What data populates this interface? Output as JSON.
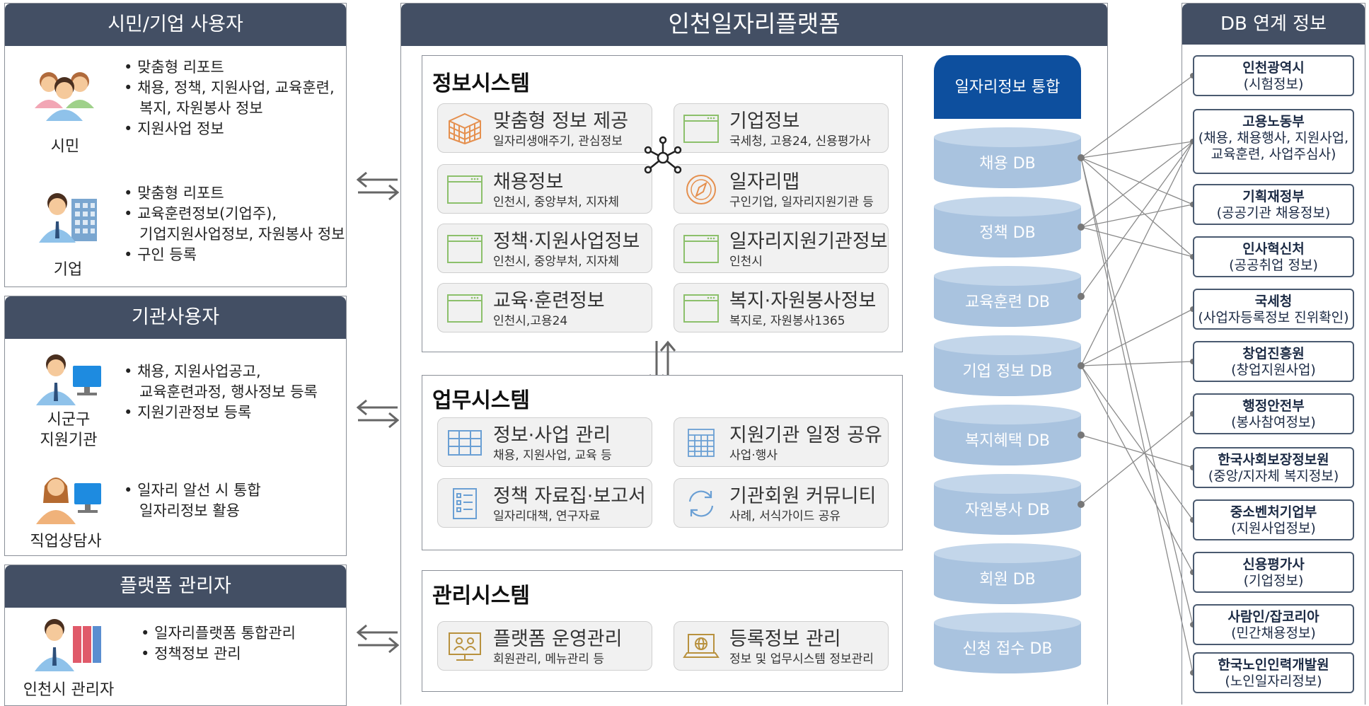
{
  "left": {
    "citizen_panel": {
      "title": "시민/기업 사용자",
      "citizen_label": "시민",
      "citizen_items": [
        "맞춤형 리포트",
        "채용, 정책, 지원사업, 교육훈련,",
        "복지, 자원봉사 정보",
        "지원사업 정보"
      ],
      "company_label": "기업",
      "company_items": [
        "맞춤형 리포트",
        "교육훈련정보(기업주),",
        "기업지원사업정보, 자원봉사 정보",
        "구인 등록"
      ]
    },
    "agency_panel": {
      "title": "기관사용자",
      "agency_label_1": "시군구",
      "agency_label_2": "지원기관",
      "agency_items": [
        "채용, 지원사업공고,",
        "교육훈련과정, 행사정보 등록",
        "지원기관정보 등록"
      ],
      "counselor_label": "직업상담사",
      "counselor_items": [
        "일자리 알선 시 통합",
        "일자리정보 활용"
      ]
    },
    "admin_panel": {
      "title": "플랫폼 관리자",
      "admin_label": "인천시 관리자",
      "admin_items": [
        "일자리플랫폼 통합관리",
        "정책정보 관리"
      ]
    }
  },
  "center": {
    "title": "인천일자리플랫폼",
    "info_system": {
      "title": "정보시스템",
      "cards": [
        {
          "title": "맞춤형 정보 제공",
          "sub": "일자리생애주기, 관심정보"
        },
        {
          "title": "기업정보",
          "sub": "국세청, 고용24, 신용평가사"
        },
        {
          "title": "채용정보",
          "sub": "인천시, 중앙부처, 지자체"
        },
        {
          "title": "일자리맵",
          "sub": "구인기업, 일자리지원기관 등"
        },
        {
          "title": "정책·지원사업정보",
          "sub": "인천시, 중앙부처, 지자체"
        },
        {
          "title": "일자리지원기관정보",
          "sub": "인천시"
        },
        {
          "title": "교육·훈련정보",
          "sub": "인천시,고용24"
        },
        {
          "title": "복지·자원봉사정보",
          "sub": "복지로, 자원봉사1365"
        }
      ]
    },
    "work_system": {
      "title": "업무시스템",
      "cards": [
        {
          "title": "정보·사업 관리",
          "sub": "채용, 지원사업, 교육 등"
        },
        {
          "title": "지원기관 일정 공유",
          "sub": "사업·행사"
        },
        {
          "title": "정책 자료집·보고서",
          "sub": "일자리대책, 연구자료"
        },
        {
          "title": "기관회원 커뮤니티",
          "sub": "사례, 서식가이드 공유"
        }
      ]
    },
    "mgmt_system": {
      "title": "관리시스템",
      "cards": [
        {
          "title": "플랫폼 운영관리",
          "sub": "회원관리, 메뉴관리 등"
        },
        {
          "title": "등록정보 관리",
          "sub": "정보 및 업무시스템 정보관리"
        }
      ]
    },
    "db_header": "일자리정보 통합",
    "databases": [
      "채용 DB",
      "정책 DB",
      "교육훈련 DB",
      "기업 정보 DB",
      "복지혜택 DB",
      "자원봉사 DB",
      "회원 DB",
      "신청 접수 DB"
    ]
  },
  "right": {
    "title": "DB 연계 정보",
    "sources": [
      {
        "name": "인천광역시",
        "detail": [
          "(시험정보)"
        ]
      },
      {
        "name": "고용노동부",
        "detail": [
          "(채용, 채용행사, 지원사업,",
          "교육훈련, 사업주심사)"
        ]
      },
      {
        "name": "기획재정부",
        "detail": [
          "(공공기관 채용정보)"
        ]
      },
      {
        "name": "인사혁신처",
        "detail": [
          "(공공취업 정보)"
        ]
      },
      {
        "name": "국세청",
        "detail": [
          "(사업자등록정보 진위확인)"
        ]
      },
      {
        "name": "창업진흥원",
        "detail": [
          "(창업지원사업)"
        ]
      },
      {
        "name": "행정안전부",
        "detail": [
          "(봉사참여정보)"
        ]
      },
      {
        "name": "한국사회보장정보원",
        "detail": [
          "(중앙/지자체 복지정보)"
        ]
      },
      {
        "name": "중소벤처기업부",
        "detail": [
          "(지원사업정보)"
        ]
      },
      {
        "name": "신용평가사",
        "detail": [
          "(기업정보)"
        ]
      },
      {
        "name": "사람인/잡코리아",
        "detail": [
          "(민간채용정보)"
        ]
      },
      {
        "name": "한국노인인력개발원",
        "detail": [
          "(노인일자리정보)"
        ]
      }
    ]
  },
  "colors": {
    "header": "#434f64",
    "db_cylinder": "#a9c3df",
    "db_header": "#0d4f9e",
    "card_icon_green": "#8cc06b",
    "card_icon_blue": "#6a9fd4",
    "card_icon_orange": "#e5904f",
    "card_icon_gold": "#b8913e"
  },
  "icons": {
    "user_panel": [
      "citizen-group-icon",
      "company-person-icon",
      "agency-person-icon",
      "counselor-icon",
      "admin-icon"
    ],
    "bidirectional_arrow": "bidirectional-arrow-icon",
    "hub": "network-hub-icon"
  }
}
